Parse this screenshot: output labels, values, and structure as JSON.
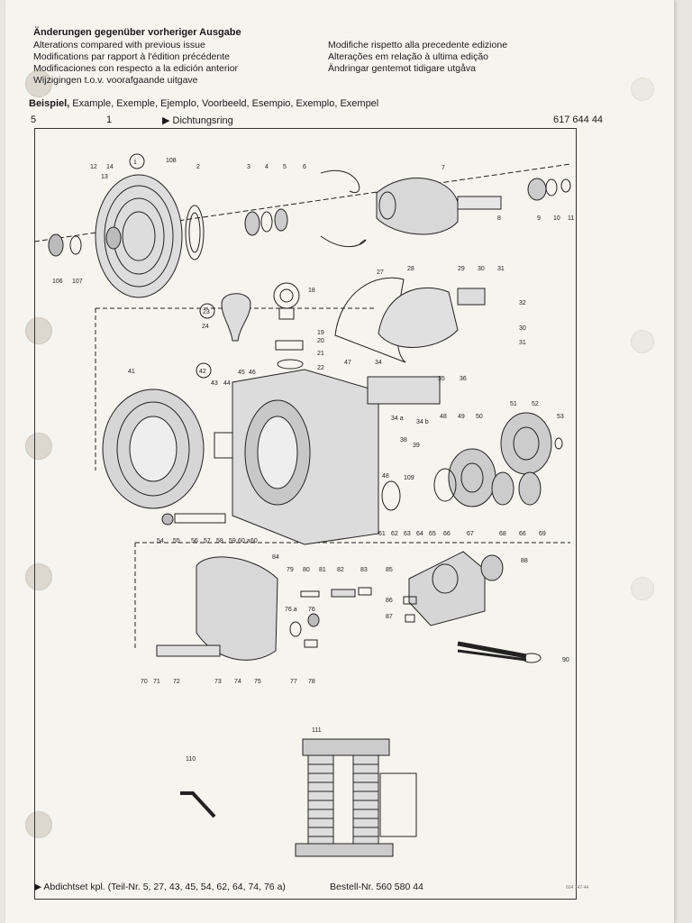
{
  "header": {
    "title": "Änderungen gegenüber vorheriger Ausgabe",
    "left_lines": [
      "Alterations compared with previous issue",
      "Modifications par rapport à l'édition précédente",
      "Modificaciones con respecto a la edición anterior",
      "Wijzigingen t.o.v. voorafgaande uitgave"
    ],
    "right_lines": [
      "Modifiche rispetto alla precedente edizione",
      "Alterações em relação à ultima edição",
      "Ändringar gentemot tidigare utgåva"
    ]
  },
  "example": {
    "lead": "Beispiel,",
    "rest": " Example, Exemple, Ejemplo, Voorbeeld, Esempio, Exemplo, Exempel"
  },
  "example_row": {
    "col1": "5",
    "col2": "1",
    "text": "▶ Dichtungsring",
    "part_no": "617 644 44"
  },
  "footer": {
    "kit": "▶ Abdichtset kpl. (Teil-Nr. 5, 27, 43, 45, 54, 62, 64, 74, 76 a)",
    "order": "Bestell-Nr. 560 580 44",
    "print_ref": "604 147-44"
  },
  "parts": {
    "n1": "1",
    "n2": "2",
    "n3": "3",
    "n4": "4",
    "n5": "5",
    "n6": "6",
    "n7": "7",
    "n8": "8",
    "n9": "9",
    "n10": "10",
    "n11": "11",
    "n12": "12",
    "n13": "13",
    "n14": "14",
    "n106": "106",
    "n107": "107",
    "n108": "108",
    "n18": "18",
    "n19": "19",
    "n20": "20",
    "n21": "21",
    "n22": "22",
    "n23": "23",
    "n24": "24",
    "n27": "27",
    "n28": "28",
    "n29": "29",
    "n30": "30",
    "n31": "31",
    "n32": "32",
    "n30b": "30",
    "n31b": "31",
    "n34": "34",
    "n34a": "34 a",
    "n34b": "34 b",
    "n35": "35",
    "n36": "36",
    "n38": "38",
    "n39": "39",
    "n41": "41",
    "n42": "42",
    "n43": "43",
    "n44": "44",
    "n45": "45",
    "n46": "46",
    "n47": "47",
    "n48": "48",
    "n49": "49",
    "n50": "50",
    "n51": "51",
    "n52": "52",
    "n53": "53",
    "n48b": "48",
    "n109": "109",
    "n54": "54",
    "n55": "55",
    "n56": "56",
    "n57": "57",
    "n58": "58",
    "n59": "59",
    "n60a": "60 a",
    "n60": "60",
    "n61": "61",
    "n62": "62",
    "n63": "63",
    "n64": "64",
    "n65": "65",
    "n66": "66",
    "n67": "67",
    "n68": "68",
    "n66b": "66",
    "n69": "69",
    "n84": "84",
    "n79": "79",
    "n80": "80",
    "n81": "81",
    "n82": "82",
    "n83": "83",
    "n85": "85",
    "n86": "86",
    "n87": "87",
    "n88": "88",
    "n76a": "76 a",
    "n76": "76",
    "n77": "77",
    "n78": "78",
    "n70": "70",
    "n71": "71",
    "n72": "72",
    "n73": "73",
    "n74": "74",
    "n75": "75",
    "n90": "90",
    "n110": "110",
    "n111": "111"
  }
}
